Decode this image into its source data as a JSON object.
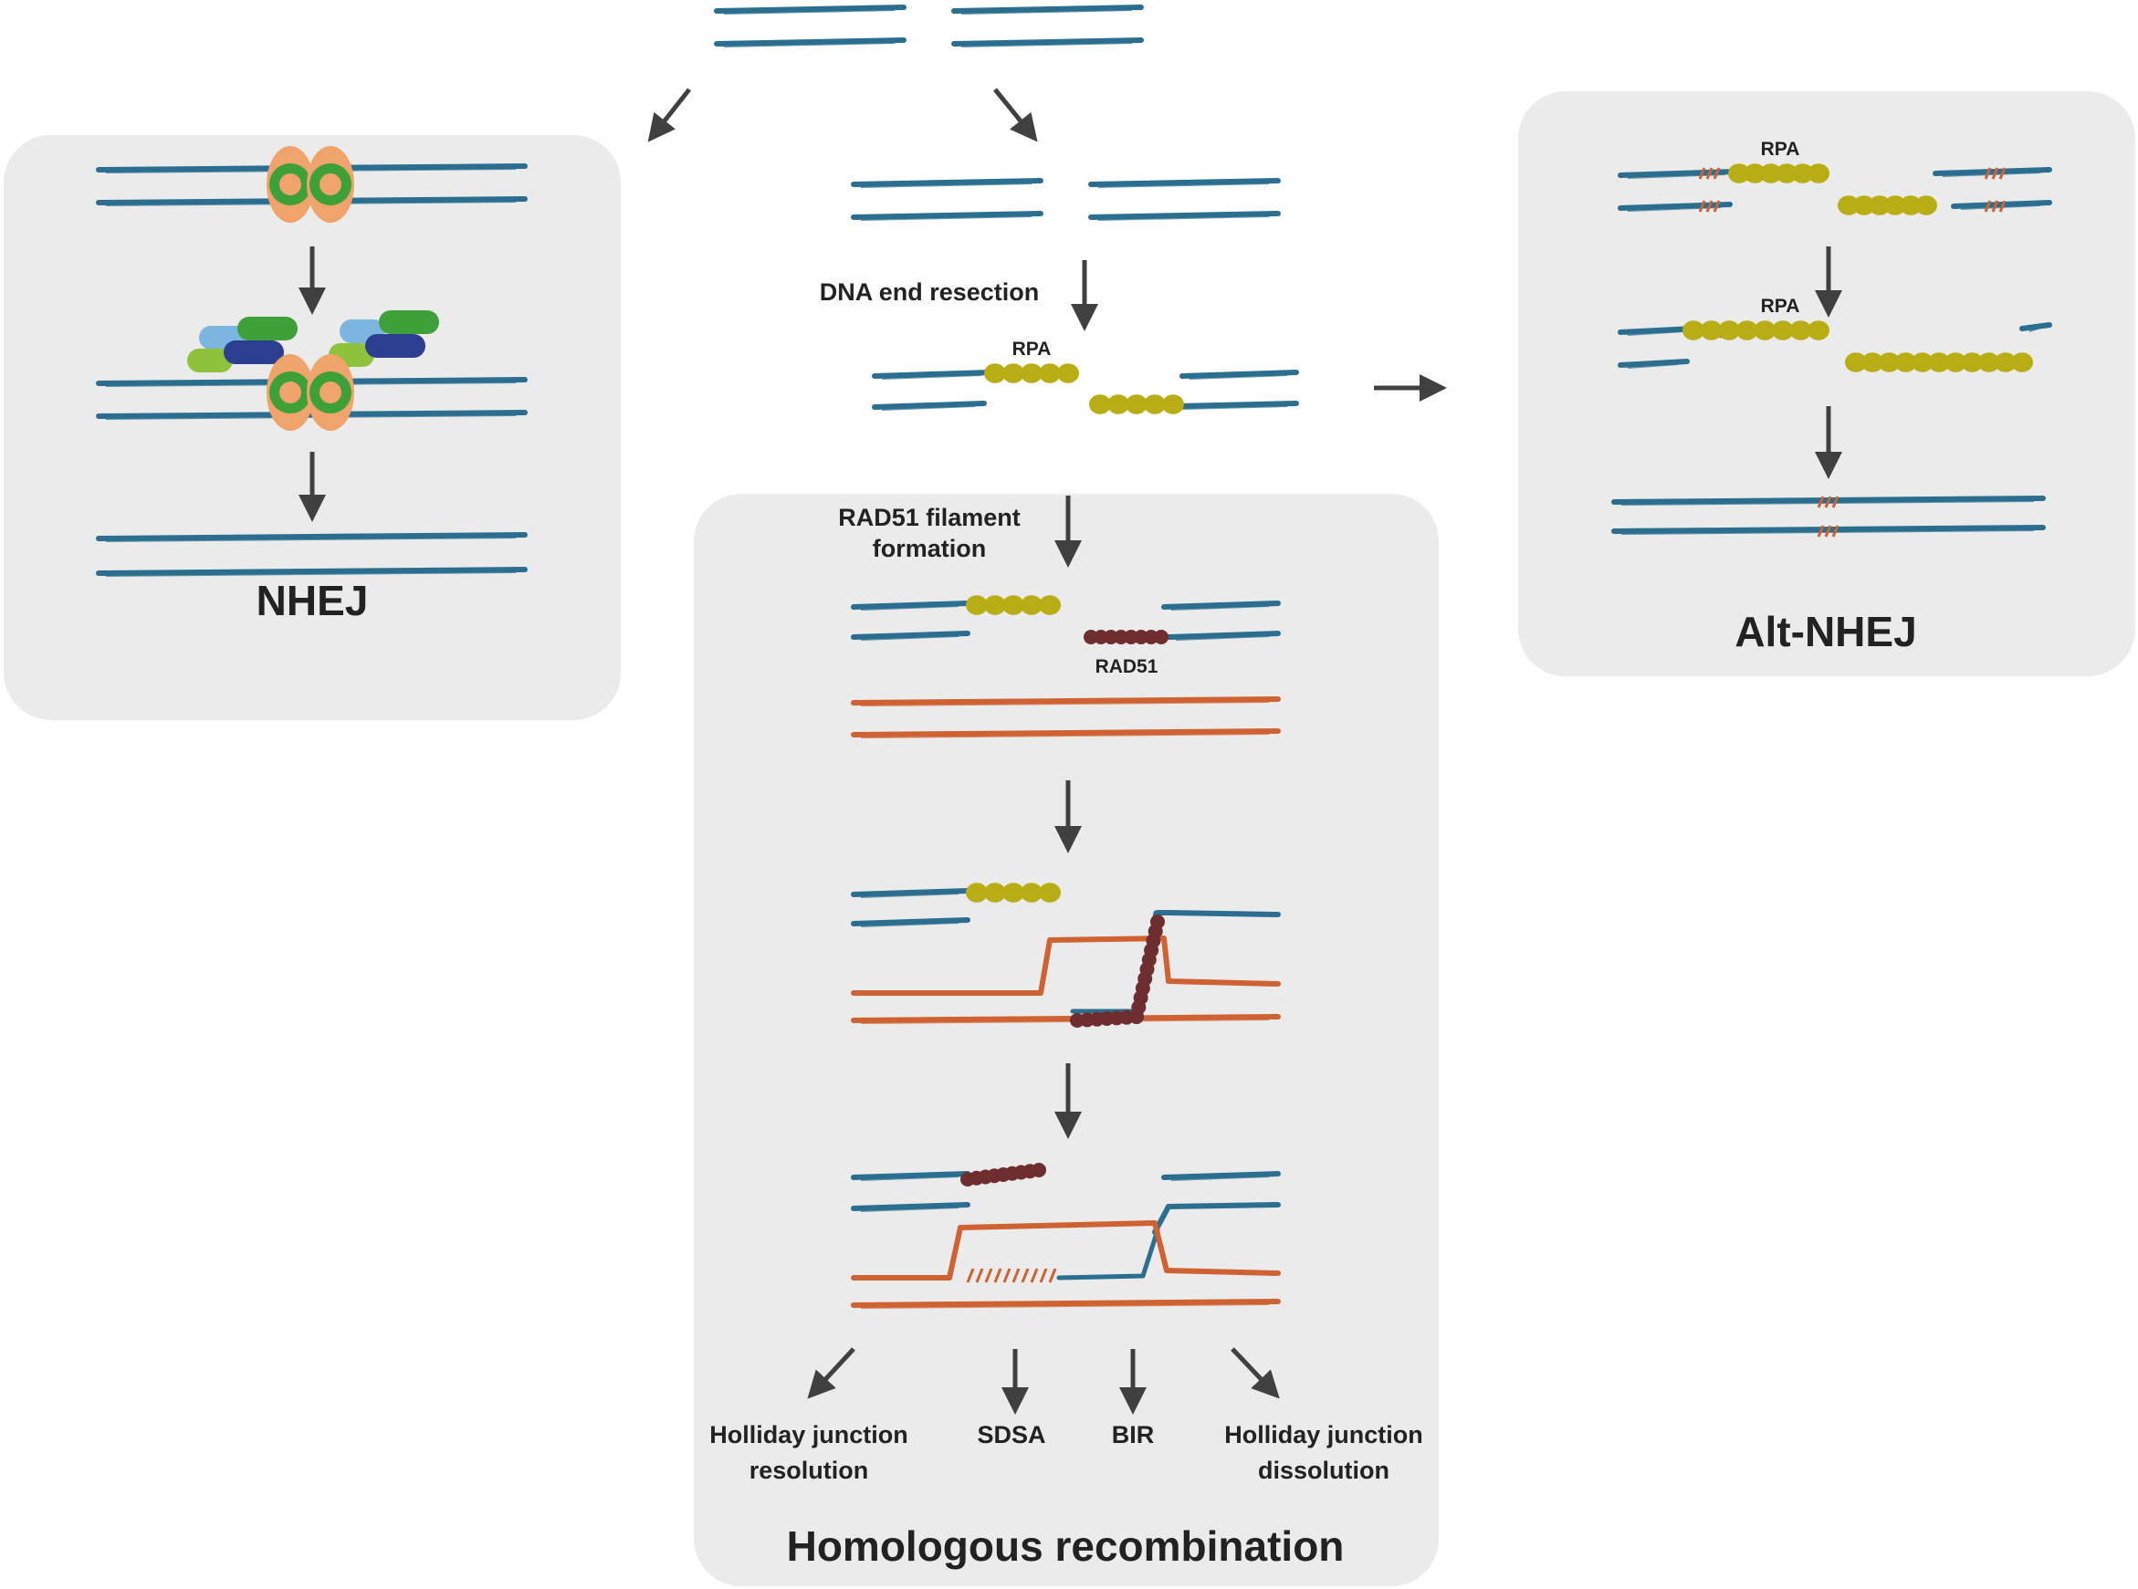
{
  "colors": {
    "panel": "#ebebeb",
    "dna": "#2b6e8f",
    "template": "#cf6232",
    "rpa": "#b8ad14",
    "rad51": "#6e2d2f",
    "arrow": "#404040",
    "ku_outer": "#f0a36a",
    "ku_ring": "#3da038",
    "ku_core": "#f0a36a"
  },
  "panels": {
    "nhej": {
      "title": "NHEJ"
    },
    "alt_nhej": {
      "title": "Alt-NHEJ",
      "rpa_label_1": "RPA",
      "rpa_label_2": "RPA"
    },
    "hr": {
      "title": "Homologous recombination"
    }
  },
  "center": {
    "resection_label": "DNA end resection",
    "rpa_label": "RPA",
    "filament_label_line1": "RAD51 filament",
    "filament_label_line2": "formation",
    "rad51_label": "RAD51"
  },
  "outcomes": {
    "hj_resolution_line1": "Holliday junction",
    "hj_resolution_line2": "resolution",
    "sdsa": "SDSA",
    "bir": "BIR",
    "hj_dissolution_line1": "Holliday junction",
    "hj_dissolution_line2": "dissolution"
  },
  "icons": [
    "arrow-icon",
    "dna-strand-icon",
    "rpa-bead-icon",
    "rad51-coil-icon",
    "ku-ring-icon"
  ]
}
